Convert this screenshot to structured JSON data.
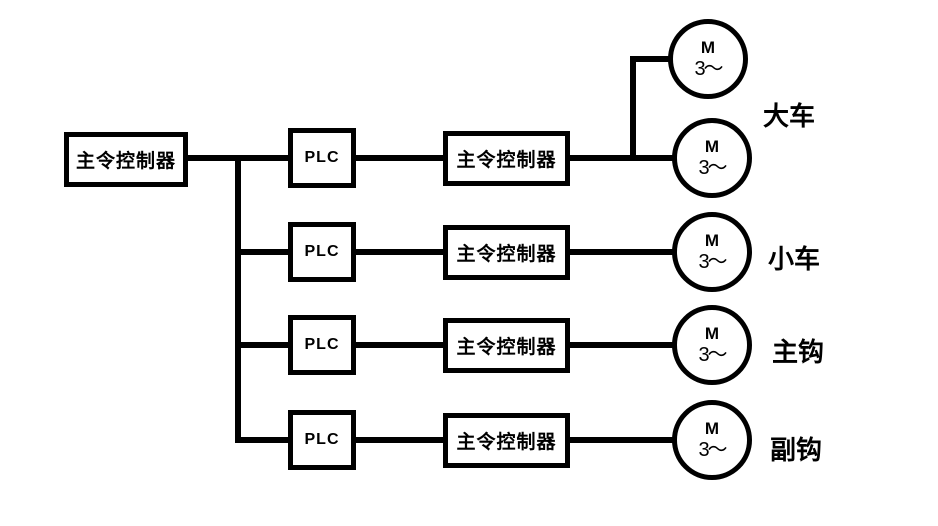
{
  "colors": {
    "line": "#000000",
    "background": "#ffffff"
  },
  "master": {
    "label": "主令控制器"
  },
  "rows": [
    {
      "plc": "PLC",
      "controller": "主令控制器",
      "group": "大车",
      "motors": [
        {
          "letter": "M",
          "phase": "3～"
        },
        {
          "letter": "M",
          "phase": "3～"
        }
      ]
    },
    {
      "plc": "PLC",
      "controller": "主令控制器",
      "group": "小车",
      "motors": [
        {
          "letter": "M",
          "phase": "3～"
        }
      ]
    },
    {
      "plc": "PLC",
      "controller": "主令控制器",
      "group": "主钩",
      "motors": [
        {
          "letter": "M",
          "phase": "3～"
        }
      ]
    },
    {
      "plc": "PLC",
      "controller": "主令控制器",
      "group": "副钩",
      "motors": [
        {
          "letter": "M",
          "phase": "3～"
        }
      ]
    }
  ]
}
